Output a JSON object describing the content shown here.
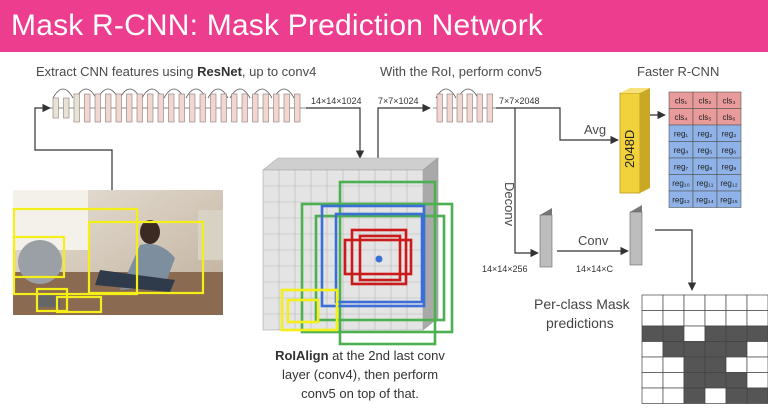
{
  "title": "Mask R-CNN: Mask Prediction Network",
  "labels": {
    "extract_prefix": "Extract CNN features using ",
    "extract_bold": "ResNet",
    "extract_suffix": ", up to conv4",
    "with_roi": "With the RoI, perform conv5",
    "faster_rcnn": "Faster R-CNN",
    "dim_backbone": "14×14×1024",
    "dim_roi": "7×7×1024",
    "dim_conv5": "7×7×2048",
    "avg": "Avg",
    "fc_2048d": "2048D",
    "deconv": "Deconv",
    "conv": "Conv",
    "dim_deconv": "14×14×256",
    "dim_conv": "14×14×C",
    "per_class_1": "Per-class Mask",
    "per_class_2": "predictions"
  },
  "caption": {
    "bold": "RoIAlign",
    "line1_suffix": " at the 2nd last conv",
    "line2": "layer (conv4), then perform",
    "line3": "conv5 on top of that."
  },
  "output_table": {
    "rows": [
      {
        "type": "cls",
        "cells": [
          "cls₁",
          "cls₂",
          "cls₃"
        ]
      },
      {
        "type": "cls",
        "cells": [
          "cls₄",
          "cls₅",
          "cls₆"
        ]
      },
      {
        "type": "reg",
        "cells": [
          "reg₁",
          "reg₂",
          "reg₃"
        ]
      },
      {
        "type": "reg",
        "cells": [
          "reg₄",
          "reg₅",
          "reg₆"
        ]
      },
      {
        "type": "reg",
        "cells": [
          "reg₇",
          "reg₈",
          "reg₉"
        ]
      },
      {
        "type": "reg",
        "cells": [
          "reg₁₀",
          "reg₁₁",
          "reg₁₂"
        ]
      },
      {
        "type": "reg",
        "cells": [
          "reg₁₃",
          "reg₁₄",
          "reg₁₅"
        ]
      }
    ]
  },
  "mask_grid": [
    [
      0,
      0,
      0,
      0,
      0,
      0
    ],
    [
      0,
      0,
      0,
      0,
      0,
      0
    ],
    [
      1,
      1,
      0,
      1,
      1,
      1
    ],
    [
      0,
      1,
      1,
      1,
      1,
      0
    ],
    [
      0,
      0,
      1,
      1,
      0,
      0
    ],
    [
      0,
      0,
      1,
      1,
      1,
      0
    ],
    [
      0,
      0,
      1,
      0,
      1,
      1
    ]
  ],
  "colors": {
    "title_bar": "#ec3d8f",
    "cls_cell": "#e99a9a",
    "reg_cell": "#8fb2e8",
    "fc_block": "#f2d23c",
    "roi_box": "#f4ee19",
    "grid_green": "#4caf50",
    "grid_blue": "#3b6fd8",
    "grid_red": "#cc1a1a",
    "mask_fill": "#555555"
  },
  "icons": {
    "resnet_block": "resnet-layer-icon",
    "feature_map": "feature-map-icon",
    "roi_point": "roi-center-dot-icon"
  }
}
